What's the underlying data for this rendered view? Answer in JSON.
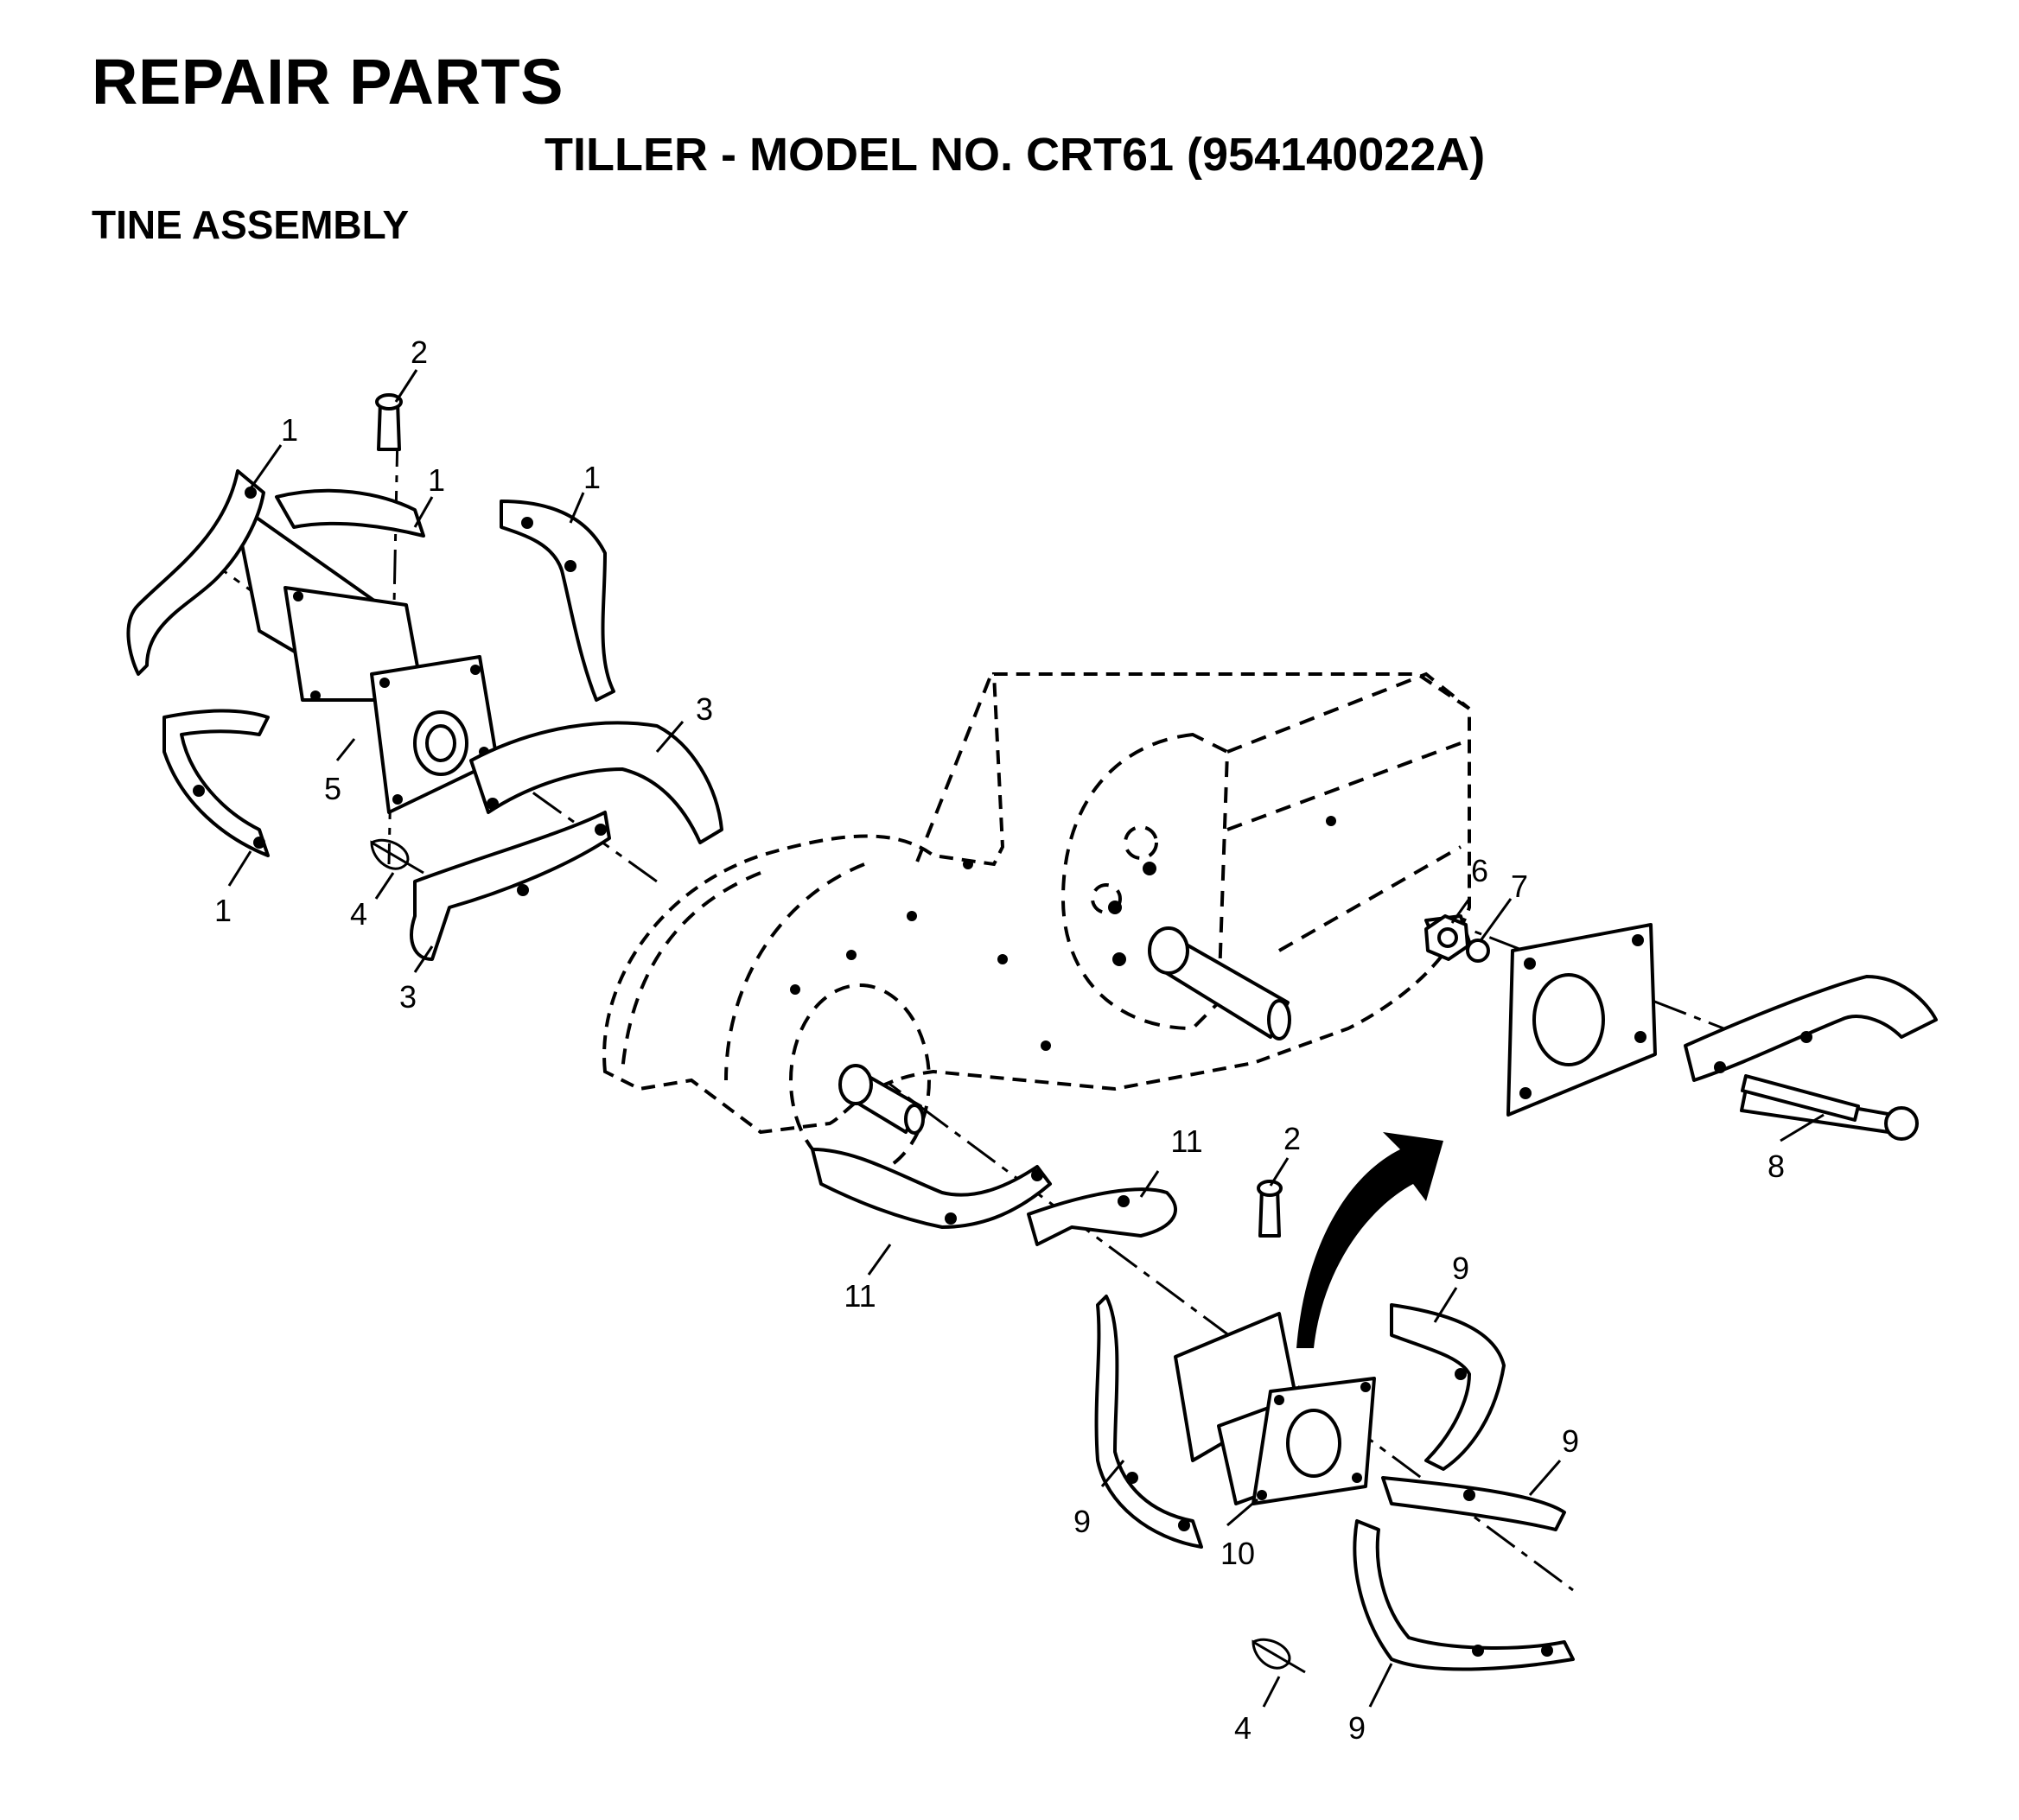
{
  "header": {
    "title": "REPAIR PARTS",
    "model": "TILLER - MODEL NO. CRT61 (954140022A)",
    "section": "TINE ASSEMBLY"
  },
  "callouts": [
    "1",
    "1",
    "1",
    "1",
    "2",
    "3",
    "3",
    "5",
    "4",
    "6",
    "7",
    "8",
    "2",
    "11",
    "11",
    "9",
    "9",
    "9",
    "9",
    "10",
    "4"
  ]
}
